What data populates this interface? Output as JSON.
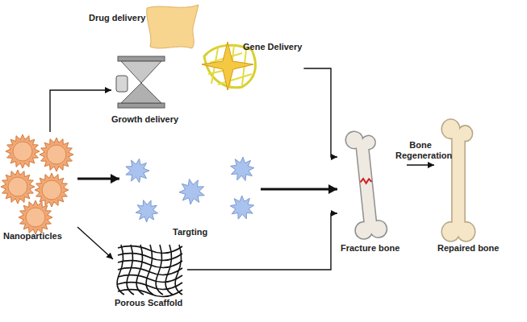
{
  "diagram": {
    "nodes": [
      {
        "text": [
          "Drug delivery"
        ]
      },
      {
        "text": [
          "Gene Delivery"
        ]
      },
      {
        "text": [
          "Growth delivery"
        ]
      },
      {
        "text": [
          "Nanoparticles"
        ]
      },
      {
        "text": [
          "Targting"
        ]
      },
      {
        "text": [
          "Fracture bone"
        ]
      },
      {
        "text": [
          "Repaired bone"
        ]
      },
      {
        "text": [
          "Porous Scaffold"
        ]
      }
    ],
    "edges": [
      {
        "from": 3,
        "to": 2,
        "arrow": "to"
      },
      {
        "from": 1,
        "to": 5,
        "arrow": "to"
      },
      {
        "from": 3,
        "to": 4,
        "arrow": "to"
      },
      {
        "from": 4,
        "to": 5,
        "arrow": "to"
      },
      {
        "from": 3,
        "to": 7,
        "arrow": "to"
      },
      {
        "from": 7,
        "to": 5,
        "arrow": "to"
      },
      {
        "from": 5,
        "to": 6,
        "label": "Bone Regeneration",
        "arrow": "to"
      }
    ]
  }
}
